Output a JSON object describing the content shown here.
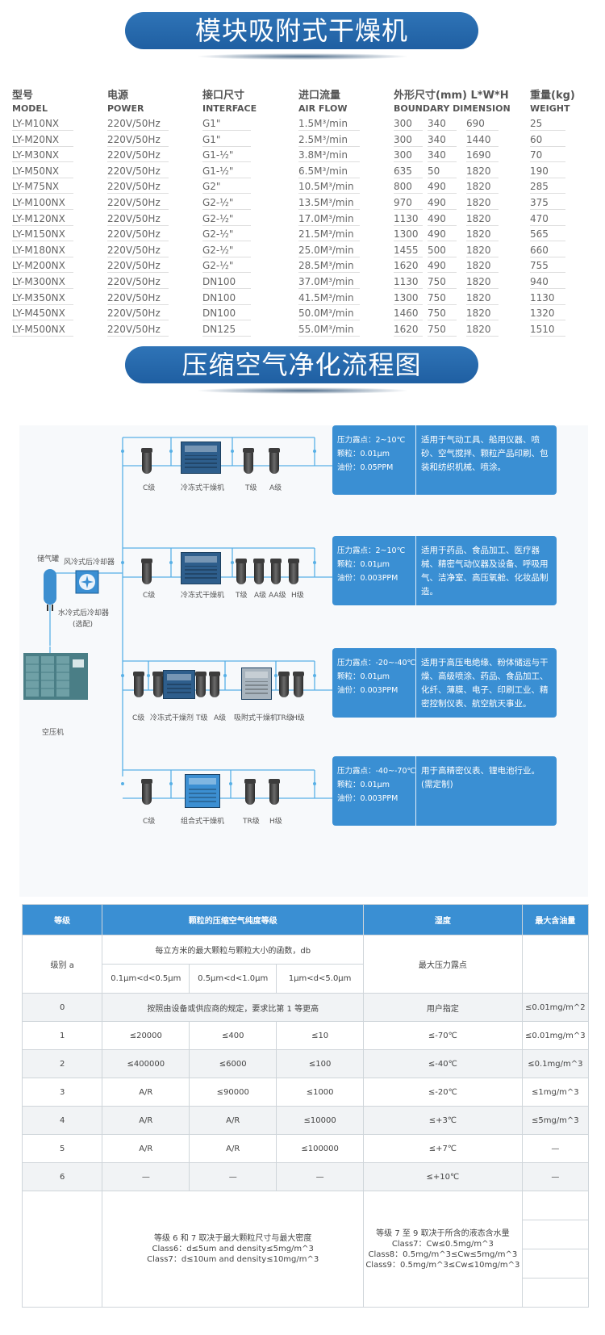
{
  "section1": {
    "title": "模块吸附式干燥机"
  },
  "model_table": {
    "headers": [
      {
        "zh": "型号",
        "en": "MODEL"
      },
      {
        "zh": "电源",
        "en": "POWER"
      },
      {
        "zh": "接口尺寸",
        "en": "INTERFACE"
      },
      {
        "zh": "进口流量",
        "en": "AIR FLOW"
      },
      {
        "zh": "外形尺寸(mm) L*W*H",
        "en": "BOUNDARY DIMENSION"
      },
      {
        "zh": "重量(kg)",
        "en": "WEIGHT"
      }
    ],
    "rows": [
      [
        "LY-M10NX",
        "220V/50Hz",
        "G1\"",
        "1.5M³/min",
        "300",
        "340",
        "690",
        "25"
      ],
      [
        "LY-M20NX",
        "220V/50Hz",
        "G1\"",
        "2.5M³/min",
        "300",
        "340",
        "1440",
        "60"
      ],
      [
        "LY-M30NX",
        "220V/50Hz",
        "G1-½\"",
        "3.8M³/min",
        "300",
        "340",
        "1690",
        "70"
      ],
      [
        "LY-M50NX",
        "220V/50Hz",
        "G1-½\"",
        "6.5M³/min",
        "635",
        "50",
        "1820",
        "190"
      ],
      [
        "LY-M75NX",
        "220V/50Hz",
        "G2\"",
        "10.5M³/min",
        "800",
        "490",
        "1820",
        "285"
      ],
      [
        "LY-M100NX",
        "220V/50Hz",
        "G2-½\"",
        "13.5M³/min",
        "970",
        "490",
        "1820",
        "375"
      ],
      [
        "LY-M120NX",
        "220V/50Hz",
        "G2-½\"",
        "17.0M³/min",
        "1130",
        "490",
        "1820",
        "470"
      ],
      [
        "LY-M150NX",
        "220V/50Hz",
        "G2-½\"",
        "21.5M³/min",
        "1300",
        "490",
        "1820",
        "565"
      ],
      [
        "LY-M180NX",
        "220V/50Hz",
        "G2-½\"",
        "25.0M³/min",
        "1455",
        "500",
        "1820",
        "660"
      ],
      [
        "LY-M200NX",
        "220V/50Hz",
        "G2-½\"",
        "28.5M³/min",
        "1620",
        "490",
        "1820",
        "755"
      ],
      [
        "LY-M300NX",
        "220V/50Hz",
        "DN100",
        "37.0M³/min",
        "1130",
        "750",
        "1820",
        "940"
      ],
      [
        "LY-M350NX",
        "220V/50Hz",
        "DN100",
        "41.5M³/min",
        "1300",
        "750",
        "1820",
        "1130"
      ],
      [
        "LY-M450NX",
        "220V/50Hz",
        "DN100",
        "50.0M³/min",
        "1460",
        "750",
        "1820",
        "1320"
      ],
      [
        "LY-M500NX",
        "220V/50Hz",
        "DN125",
        "55.0M³/min",
        "1620",
        "750",
        "1820",
        "1510"
      ]
    ]
  },
  "section2": {
    "title": "压缩空气净化流程图"
  },
  "diagram": {
    "left_labels": {
      "tank": "储气罐",
      "air_cooler": "风冷式后冷却器",
      "water_cooler": "水冷式后冷却器",
      "optional": "(选配)",
      "compressor": "空压机"
    },
    "line1": {
      "labels": [
        "C级",
        "冷冻式干燥机",
        "T级",
        "A级"
      ],
      "specs": [
        "压力露点：2~10℃",
        "颗粒：0.01μm",
        "油份：0.05PPM"
      ],
      "desc": "适用于气动工具、船用仪器、喷砂、空气搅拌、颗粒产品印刷、包装和纺织机械、喷涂。"
    },
    "line2": {
      "labels": [
        "C级",
        "冷冻式干燥机",
        "T级",
        "A级",
        "AA级",
        "H级"
      ],
      "specs": [
        "压力露点：2~10℃",
        "颗粒：0.01μm",
        "油份：0.003PPM"
      ],
      "desc": "适用于药品、食品加工、医疗器械、精密气动仪器及设备、呼吸用气、洁净室、高压氧舱、化妆品制造。"
    },
    "line3": {
      "labels": [
        "C级",
        "冷冻式干燥剂",
        "T级",
        "A级",
        "吸附式干燥机",
        "TR级",
        "H级"
      ],
      "specs": [
        "压力露点：-20~-40℃",
        "颗粒：0.01μm",
        "油份：0.003PPM"
      ],
      "desc": "适用于高压电绝缘、粉体储运与干燥、高级喷涂、药品、食品加工、化纤、薄膜、电子、印刷工业、精密控制仪表、航空航天事业。"
    },
    "line4": {
      "labels": [
        "C级",
        "组合式干燥机",
        "TR级",
        "H级"
      ],
      "specs": [
        "压力露点：-40~-70℃",
        "颗粒：0.01μm",
        "油份：0.003PPM"
      ],
      "desc": "用于高精密仪表、锂电池行业。(需定制)"
    }
  },
  "purity_table": {
    "headers": {
      "grade": "等级",
      "particle": "颗粒的压缩空气纯度等级",
      "humidity": "湿度",
      "oil": "最大含油量"
    },
    "sub": {
      "level": "级别 a",
      "particle_desc": "每立方米的最大颗粒与颗粒大小的函数，db",
      "ranges": [
        "0.1μm<d<0.5μm",
        "0.5μm<d<1.0μm",
        "1μm<d<5.0μm"
      ],
      "dew": "最大压力露点"
    },
    "rows": [
      {
        "level": "0",
        "merged": "按照由设备或供应商的规定，要求比第 1 等更高",
        "dew": "用户指定",
        "oil": "≤0.01mg/m^2"
      },
      {
        "level": "1",
        "c1": "≤20000",
        "c2": "≤400",
        "c3": "≤10",
        "dew": "≤-70℃",
        "oil": "≤0.01mg/m^3"
      },
      {
        "level": "2",
        "c1": "≤400000",
        "c2": "≤6000",
        "c3": "≤100",
        "dew": "≤-40℃",
        "oil": "≤0.1mg/m^3"
      },
      {
        "level": "3",
        "c1": "A/R",
        "c2": "≤90000",
        "c3": "≤1000",
        "dew": "≤-20℃",
        "oil": "≤1mg/m^3"
      },
      {
        "level": "4",
        "c1": "A/R",
        "c2": "A/R",
        "c3": "≤10000",
        "dew": "≤+3℃",
        "oil": "≤5mg/m^3"
      },
      {
        "level": "5",
        "c1": "A/R",
        "c2": "A/R",
        "c3": "≤100000",
        "dew": "≤+7℃",
        "oil": "—"
      },
      {
        "level": "6",
        "c1": "—",
        "c2": "—",
        "c3": "—",
        "dew": "≤+10℃",
        "oil": "—"
      }
    ],
    "note_particle": [
      "等级 6 和 7 取决于最大颗粒尺寸与最大密度",
      "Class6：d≤5um and density≤5mg/m^3",
      "Class7：d≤10um and density≤10mg/m^3"
    ],
    "note_humidity": [
      "等级 7 至 9 取决于所含的液态含水量",
      "Class7：Cw≤0.5mg/m^3",
      "Class8：0.5mg/m^3≤Cw≤5mg/m^3",
      "Class9：0.5mg/m^3≤Cw≤10mg/m^3"
    ]
  }
}
